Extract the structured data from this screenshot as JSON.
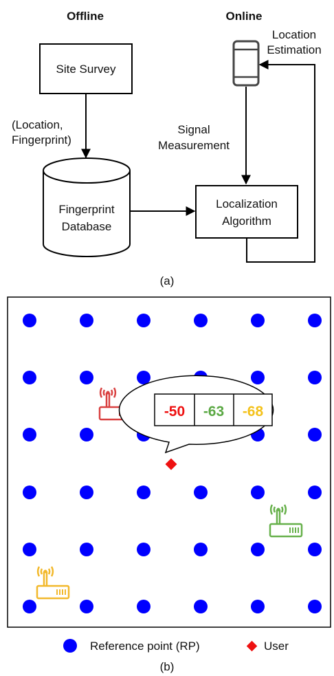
{
  "part_a": {
    "offline_header": "Offline",
    "online_header": "Online",
    "site_survey_label": "Site Survey",
    "location_fingerprint_line1": "(Location,",
    "location_fingerprint_line2": "Fingerprint)",
    "fingerprint_db_line1": "Fingerprint",
    "fingerprint_db_line2": "Database",
    "signal_measurement_line1": "Signal",
    "signal_measurement_line2": "Measurement",
    "location_estimation_line1": "Location",
    "location_estimation_line2": "Estimation",
    "localization_line1": "Localization",
    "localization_line2": "Algorithm",
    "caption": "(a)"
  },
  "part_b": {
    "rssi_values": [
      "-50",
      "-63",
      "-68"
    ],
    "colors": {
      "rp": "#0000ff",
      "user": "#ee1111",
      "ap_red": "#d94040",
      "ap_green": "#66b04a",
      "ap_yellow": "#f2b82a",
      "rssi_red": "#ee1111",
      "rssi_green": "#5aa843",
      "rssi_yellow": "#f4c21c"
    },
    "legend_rp_label": "Reference point (RP)",
    "legend_user_label": "User",
    "caption": "(b)"
  }
}
